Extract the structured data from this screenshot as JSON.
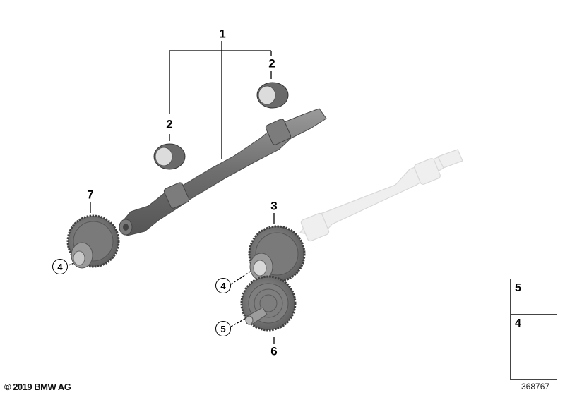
{
  "diagram": {
    "type": "exploded-parts-diagram",
    "copyright": "© 2019 BMW AG",
    "image_number": "368767",
    "callouts": [
      {
        "id": "1",
        "label": "1",
        "part": "shaft"
      },
      {
        "id": "2a",
        "label": "2",
        "part": "needle-bearing"
      },
      {
        "id": "2b",
        "label": "2",
        "part": "needle-bearing"
      },
      {
        "id": "3",
        "label": "3",
        "part": "gear"
      },
      {
        "id": "4a",
        "label": "4",
        "part": "bolt",
        "circled": true
      },
      {
        "id": "4b",
        "label": "4",
        "part": "bolt",
        "circled": true
      },
      {
        "id": "5",
        "label": "5",
        "part": "nut",
        "circled": true
      },
      {
        "id": "6",
        "label": "6",
        "part": "gear-with-shaft"
      },
      {
        "id": "7",
        "label": "7",
        "part": "gear"
      }
    ],
    "legend": [
      {
        "label": "5",
        "part": "flange-nut"
      },
      {
        "label": "4",
        "part": "hex-bolt"
      }
    ],
    "colors": {
      "part_dark": "#6b6b6b",
      "part_mid": "#8a8a8a",
      "part_light": "#b5b5b5",
      "ghost": "#ececec",
      "line": "#000000"
    }
  }
}
